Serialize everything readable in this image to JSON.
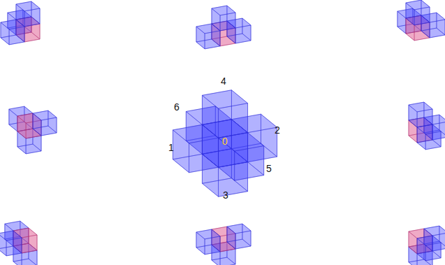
{
  "diagram": {
    "labels": [
      "4",
      "6",
      "2",
      "1",
      "0",
      "5",
      "3"
    ]
  }
}
